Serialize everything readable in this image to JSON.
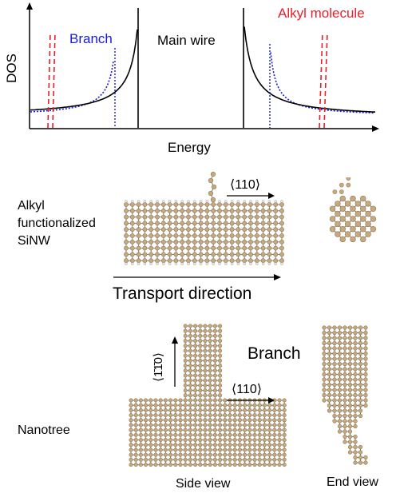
{
  "dos_plot": {
    "ylabel": "DOS",
    "xlabel": "Energy",
    "label_main_wire": "Main wire",
    "label_branch": "Branch",
    "label_alkyl": "Alkyl molecule",
    "colors": {
      "main": "#000000",
      "branch": "#1a1adb",
      "alkyl": "#e8202a"
    }
  },
  "alkyl_panel": {
    "label_lines": [
      "Alkyl",
      "functionalized",
      "SiNW"
    ],
    "direction_label": "⟨110⟩",
    "transport_label": "Transport direction"
  },
  "nanotree_panel": {
    "label": "Nanotree",
    "branch_label": "Branch",
    "vertical_direction_label": "⟨1̄1̄0⟩",
    "horizontal_direction_label": "⟨110⟩",
    "side_view_label": "Side view",
    "end_view_label": "End view"
  },
  "atom_colors": {
    "silicon": "#c8a97c",
    "silicon_edge": "#8c7a5c",
    "hydrogen": "#e8e8e8",
    "bond": "#7a7a7a"
  }
}
